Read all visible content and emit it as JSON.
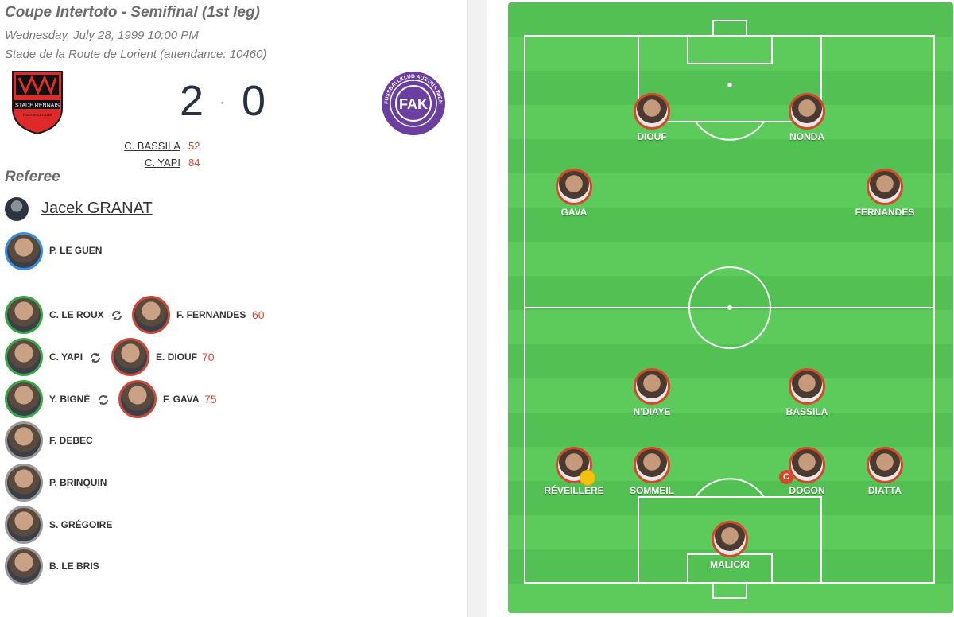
{
  "match": {
    "competition": "Coupe Intertoto - Semifinal (1st leg)",
    "date": "Wednesday, July 28, 1999 10:00 PM",
    "venue": "Stade de la Route de Lorient (attendance: 10460)",
    "home_score": "2",
    "separator": "·",
    "away_score": "0",
    "home_crest_text": "STADE RENNAIS",
    "home_crest_subtext": "FOOTBALL CLUB",
    "away_crest_text": "FUSSBALLKLUB AUSTRIA WIEN",
    "away_crest_letters": "FAK"
  },
  "goals": [
    {
      "scorer": "C. BASSILA",
      "minute": "52"
    },
    {
      "scorer": "C. YAPI",
      "minute": "84"
    }
  ],
  "referee": {
    "heading": "Referee",
    "name": "Jacek GRANAT"
  },
  "coach": {
    "name": "P. LE GUEN",
    "avatar_color": "#3b8fe0"
  },
  "substitutions": [
    {
      "on": "C. LE ROUX",
      "off": "F. FERNANDES",
      "minute": "60"
    },
    {
      "on": "C. YAPI",
      "off": "E. DIOUF",
      "minute": "70"
    },
    {
      "on": "Y. BIGNÉ",
      "off": "F. GAVA",
      "minute": "75"
    }
  ],
  "bench": [
    {
      "name": "F. DEBEC"
    },
    {
      "name": "P. BRINQUIN"
    },
    {
      "name": "S. GRÉGOIRE"
    },
    {
      "name": "B. LE BRIS"
    }
  ],
  "lineup": [
    {
      "name": "DIOUF"
    },
    {
      "name": "NONDA"
    },
    {
      "name": "GAVA"
    },
    {
      "name": "FERNANDES"
    },
    {
      "name": "N'DIAYE"
    },
    {
      "name": "BASSILA"
    },
    {
      "name": "RÉVEILLERE",
      "yellow_card": true
    },
    {
      "name": "SOMMEIL"
    },
    {
      "name": "DOGON",
      "captain": true,
      "captain_label": "C"
    },
    {
      "name": "DIATTA"
    },
    {
      "name": "MALICKI"
    }
  ],
  "colors": {
    "accent_red": "#d9472b",
    "pitch_light": "#5ccb5c",
    "pitch_dark": "#53c053",
    "sub_in_border": "#3aa64a",
    "sub_out_border": "#c9493a",
    "yellow_card": "#f4c20d",
    "away_purple": "#6b3fa0"
  }
}
